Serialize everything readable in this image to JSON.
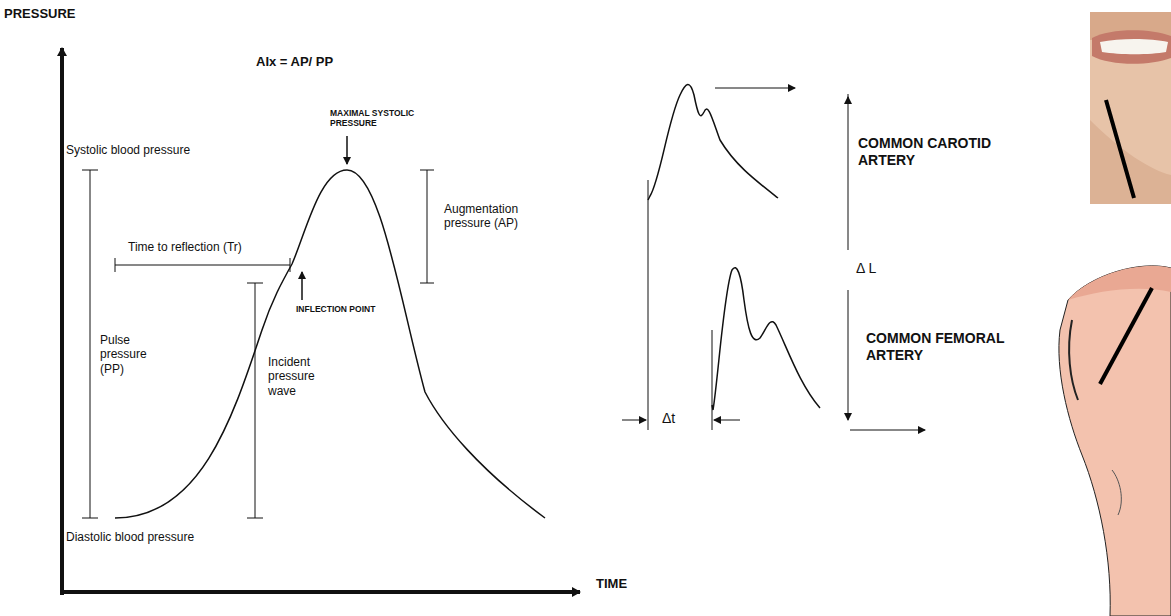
{
  "diagram": {
    "labels": [
      "PRESSURE",
      "AIx = AP/ PP",
      "MAXIMAL SYSTOLIC PRESSURE",
      "Systolic blood pressure",
      "Augmentation pressure (AP)",
      "Time to reflection (Tr)",
      "INFLECTION POINT",
      "Pulse pressure (PP)",
      "Incident pressure wave",
      "Diastolic blood pressure",
      "TIME",
      "COMMON CAROTID ARTERY",
      "Δ L",
      "COMMON FEMORAL ARTERY",
      "Δt"
    ]
  }
}
